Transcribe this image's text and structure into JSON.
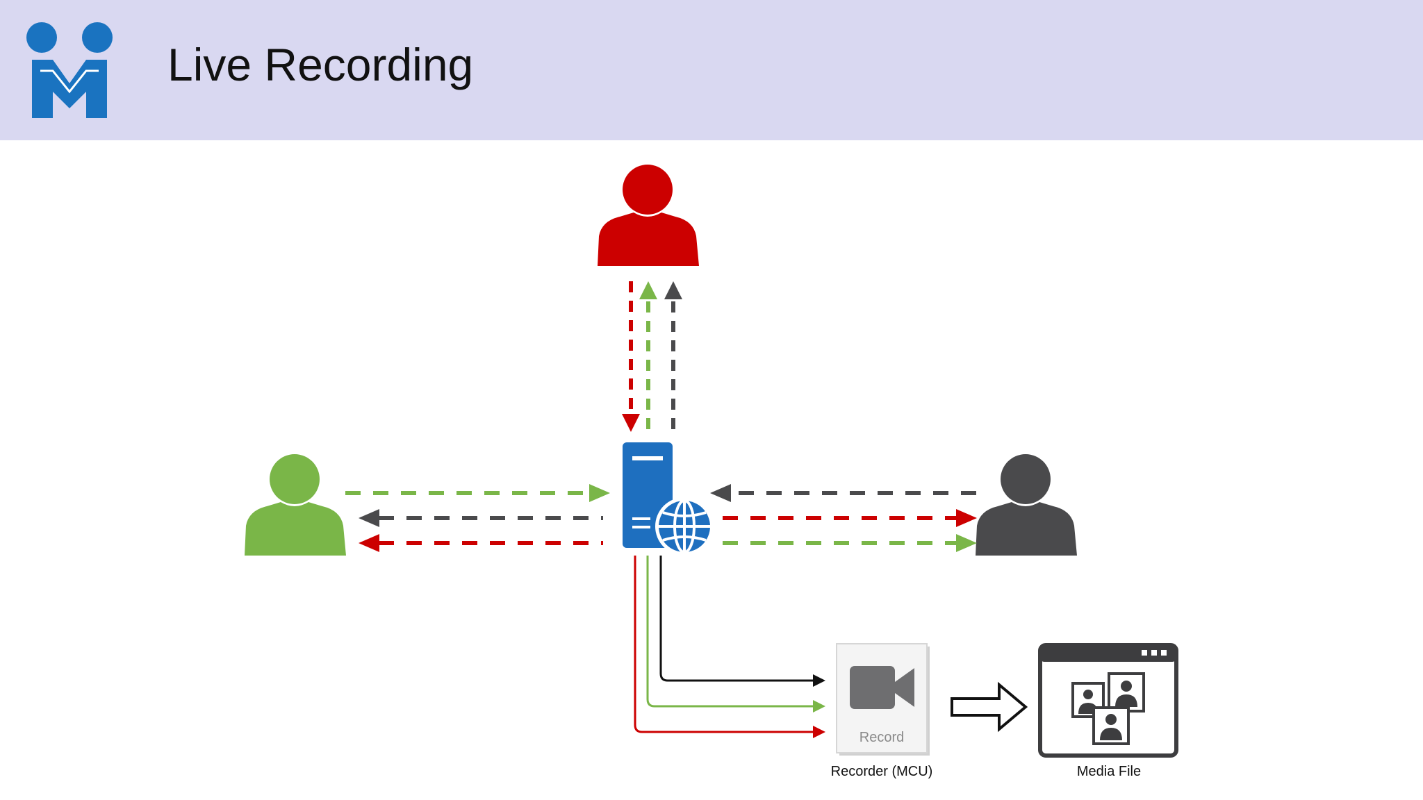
{
  "header": {
    "title": "Live Recording",
    "background": "#d9d8f1",
    "logo": {
      "icon": "participants-m-logo-icon",
      "color": "#1a73c0"
    }
  },
  "diagram": {
    "participants": [
      {
        "id": "top",
        "icon": "user-icon",
        "color": "#cc0000"
      },
      {
        "id": "left",
        "icon": "user-icon",
        "color": "#7ab648"
      },
      {
        "id": "right",
        "icon": "user-icon",
        "color": "#4a4a4c"
      }
    ],
    "server": {
      "icon": "server-globe-icon",
      "color": "#1e6fbf"
    },
    "recorder": {
      "button_label": "Record",
      "caption": "Recorder (MCU)",
      "icon": "video-camera-icon"
    },
    "media_file": {
      "caption": "Media File",
      "icon": "media-window-icon"
    },
    "stream_colors": {
      "red": "#cc0000",
      "green": "#7ab648",
      "dark": "#4a4a4c",
      "black": "#111111"
    }
  }
}
